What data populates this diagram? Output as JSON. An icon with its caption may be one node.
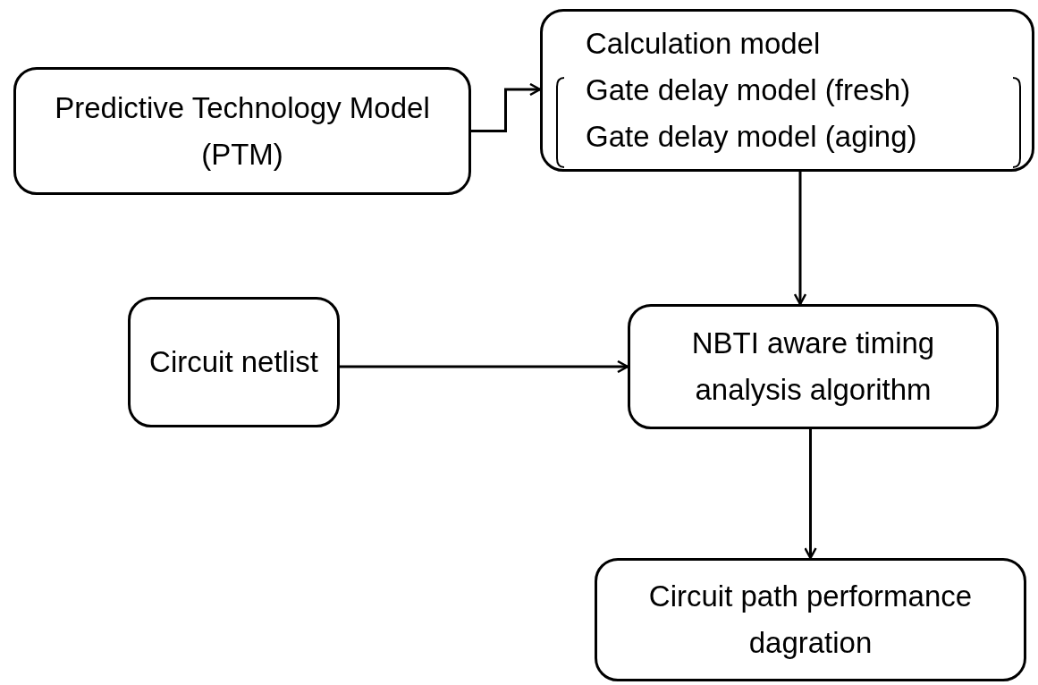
{
  "diagram": {
    "nodes": [
      {
        "text": [
          "Predictive Technology Model (PTM)"
        ]
      },
      {
        "text": [
          "Calculation model",
          "Gate delay model (fresh)",
          "Gate delay model (aging)"
        ]
      },
      {
        "text": [
          "Circuit netlist"
        ]
      },
      {
        "text": [
          "NBTI aware timing analysis algorithm"
        ]
      },
      {
        "text": [
          "Circuit path performance dagration"
        ]
      }
    ],
    "edges": [
      {
        "from": 0,
        "to": 1,
        "arrow": "to"
      },
      {
        "from": 1,
        "to": 3,
        "arrow": "to"
      },
      {
        "from": 2,
        "to": 3,
        "arrow": "to"
      },
      {
        "from": 3,
        "to": 4,
        "arrow": "to"
      }
    ]
  }
}
